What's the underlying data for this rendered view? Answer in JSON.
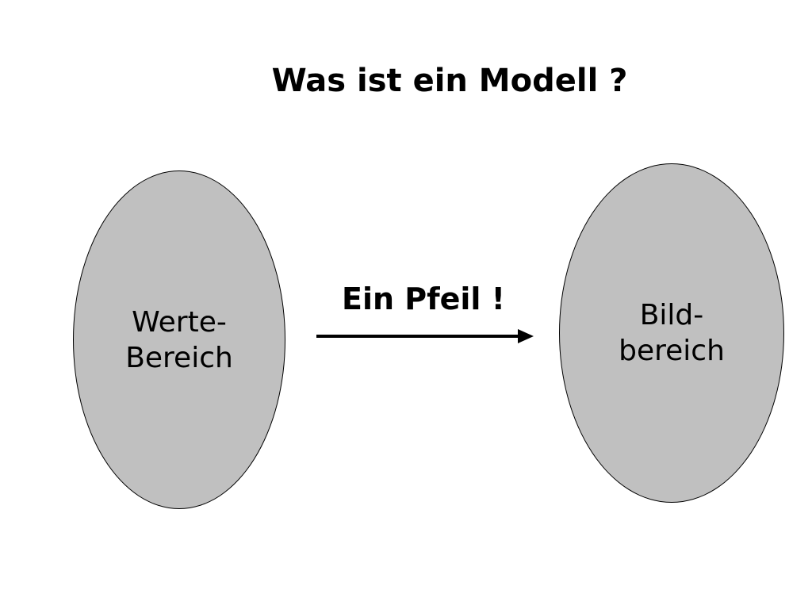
{
  "slide": {
    "title": "Was ist ein Modell ?"
  },
  "diagram": {
    "fill_color": "#c0c0c0",
    "stroke_color": "#000000",
    "left_node": {
      "line1": "Werte-",
      "line2": "Bereich"
    },
    "right_node": {
      "line1": "Bild-",
      "line2": "bereich"
    },
    "arrow": {
      "label": "Ein Pfeil !"
    }
  }
}
